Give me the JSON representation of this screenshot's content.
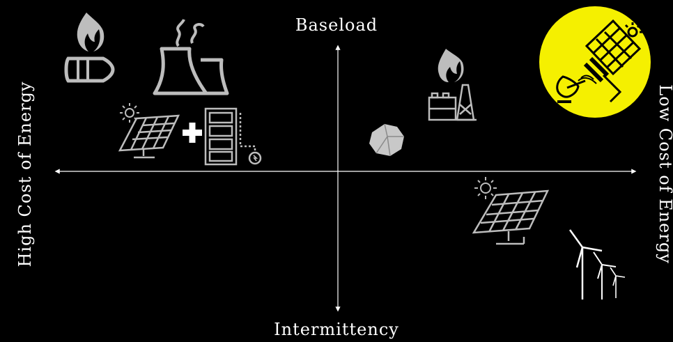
{
  "axes": {
    "top": "Baseload",
    "bottom": "Intermittency",
    "left": "High Cost of Energy",
    "right": "Low Cost of Energy"
  },
  "colors": {
    "background": "#000000",
    "axis": "#ffffff",
    "icon": "#bdbdbd",
    "highlight": "#f5f000"
  },
  "icons": {
    "top_left": [
      "gas-turbine-icon",
      "nuclear-plant-icon",
      "solar-plus-battery-icon"
    ],
    "top_right": [
      "gas-plant-icon",
      "coal-icon",
      "space-based-solar-icon"
    ],
    "bottom_right": [
      "solar-panel-icon",
      "wind-turbines-icon"
    ]
  }
}
